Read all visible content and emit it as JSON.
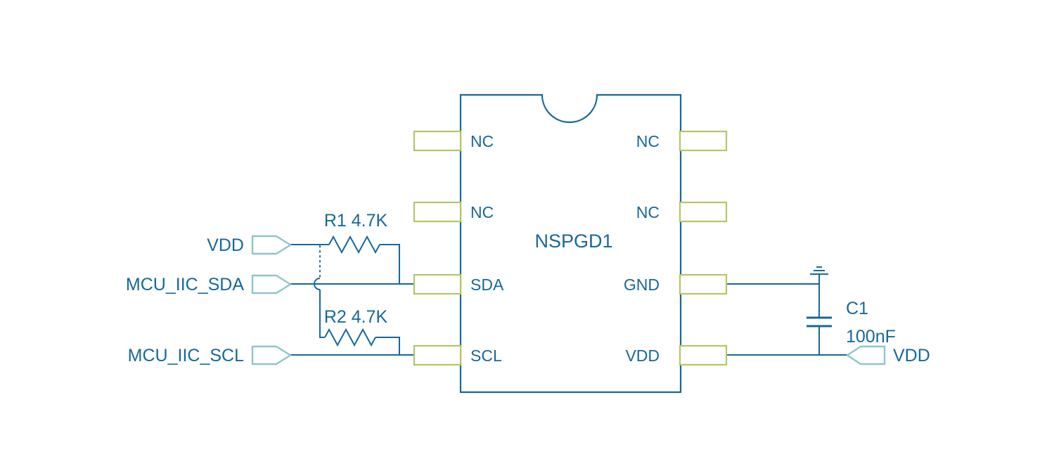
{
  "colors": {
    "wire": "#17689a",
    "pin": "#b2c763",
    "port": "#8fc5c9",
    "bg": "#ffffff"
  },
  "ic": {
    "label": "NSPGD1",
    "left_pins": [
      {
        "name": "NC"
      },
      {
        "name": "NC"
      },
      {
        "name": "SDA"
      },
      {
        "name": "SCL"
      }
    ],
    "right_pins": [
      {
        "name": "NC"
      },
      {
        "name": "NC"
      },
      {
        "name": "GND"
      },
      {
        "name": "VDD"
      }
    ]
  },
  "ports": {
    "vdd_left": {
      "label": "VDD"
    },
    "sda": {
      "label": "MCU_IIC_SDA"
    },
    "scl": {
      "label": "MCU_IIC_SCL"
    },
    "vdd_right": {
      "label": "VDD"
    }
  },
  "resistors": {
    "r1": {
      "label": "R1 4.7K"
    },
    "r2": {
      "label": "R2 4.7K"
    }
  },
  "capacitor": {
    "ref": "C1",
    "value": "100nF"
  }
}
